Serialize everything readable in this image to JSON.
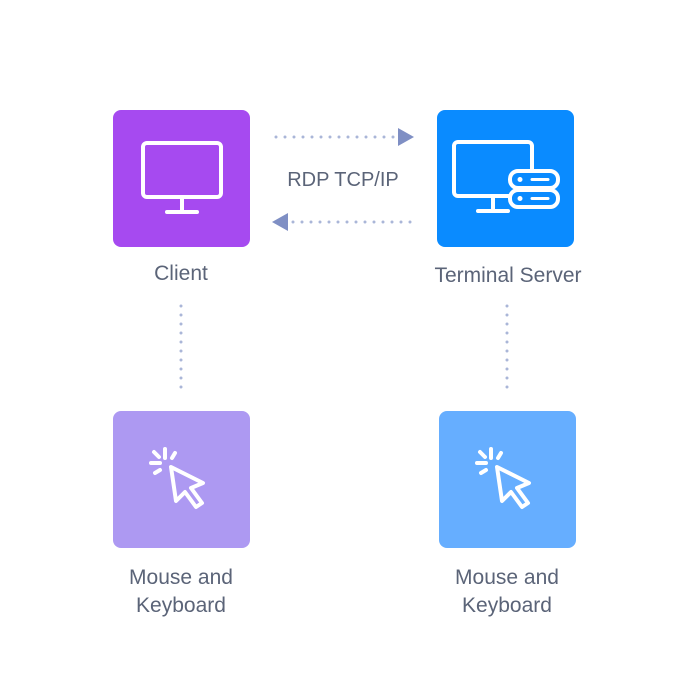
{
  "nodes": {
    "client": {
      "label": "Client",
      "color": "#a64af0",
      "icon": "monitor-icon"
    },
    "server": {
      "label": "Terminal Server",
      "color": "#0a8bff",
      "icon": "monitor-server-icon"
    },
    "client_input": {
      "label": "Mouse and\nKeyboard",
      "color": "#ad99f2",
      "icon": "cursor-click-icon"
    },
    "server_input": {
      "label": "Mouse and\nKeyboard",
      "color": "#66aeff",
      "icon": "cursor-click-icon"
    }
  },
  "link": {
    "label": "RDP TCP/IP",
    "color": "#8796c2"
  }
}
